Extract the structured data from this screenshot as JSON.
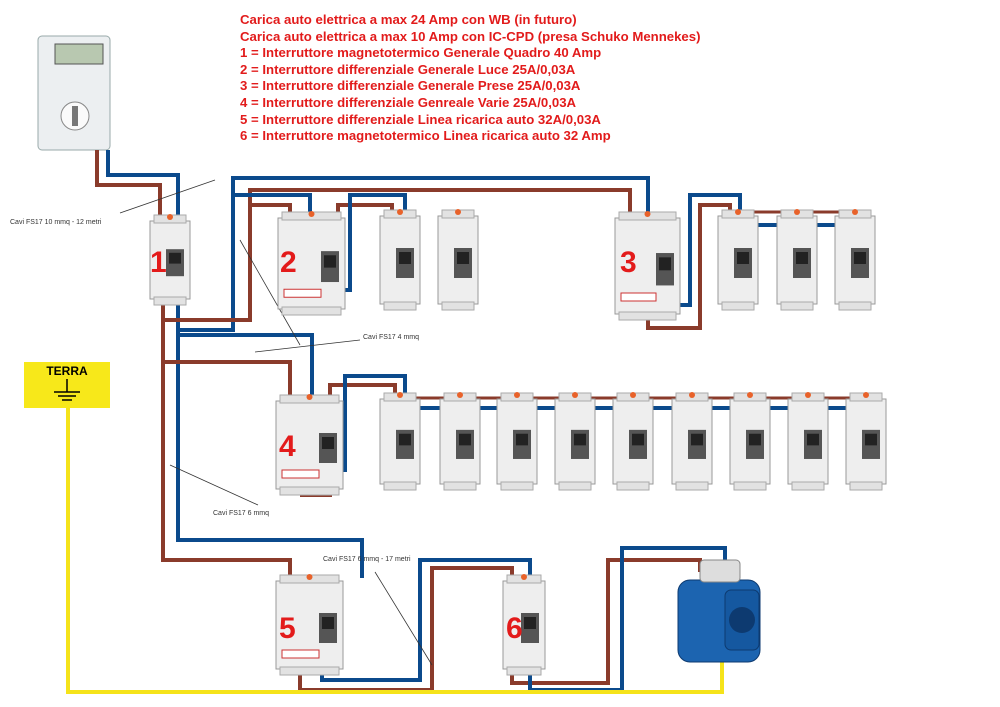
{
  "header": {
    "lines": [
      "Carica auto elettrica a max 24 Amp con WB (in futuro)",
      "Carica auto elettrica a max 10 Amp con IC-CPD (presa Schuko Mennekes)",
      "1 = Interruttore magnetotermico Generale Quadro 40 Amp",
      "2 = Interruttore differenziale Generale Luce 25A/0,03A",
      "3 = Interruttore  differenziale Generale Prese 25A/0,03A",
      "4 = Interruttore differenziale Genreale Varie 25A/0,03A",
      "5 = Interruttore differenziale Linea ricarica auto 32A/0,03A",
      "6 = Interruttore magnetotermico Linea ricarica auto 32 Amp"
    ]
  },
  "cables": {
    "main": "Cavi FS17 10 mmq - 12 metri",
    "luce_prese": "Cavi FS17 4 mmq",
    "varie": "Cavi FS17 6 mmq",
    "ricarica": "Cavi FS17 6 mmq - 17 metri"
  },
  "breakers": {
    "b1": "1",
    "b2": "2",
    "b3": "3",
    "b4": "4",
    "b5": "5",
    "b6": "6"
  },
  "earth": {
    "label": "TERRA"
  },
  "colors": {
    "brown": "#8a3b2b",
    "blue": "#0b4a8c",
    "yellow": "#f5e31a",
    "label_red": "#e21b1b"
  }
}
